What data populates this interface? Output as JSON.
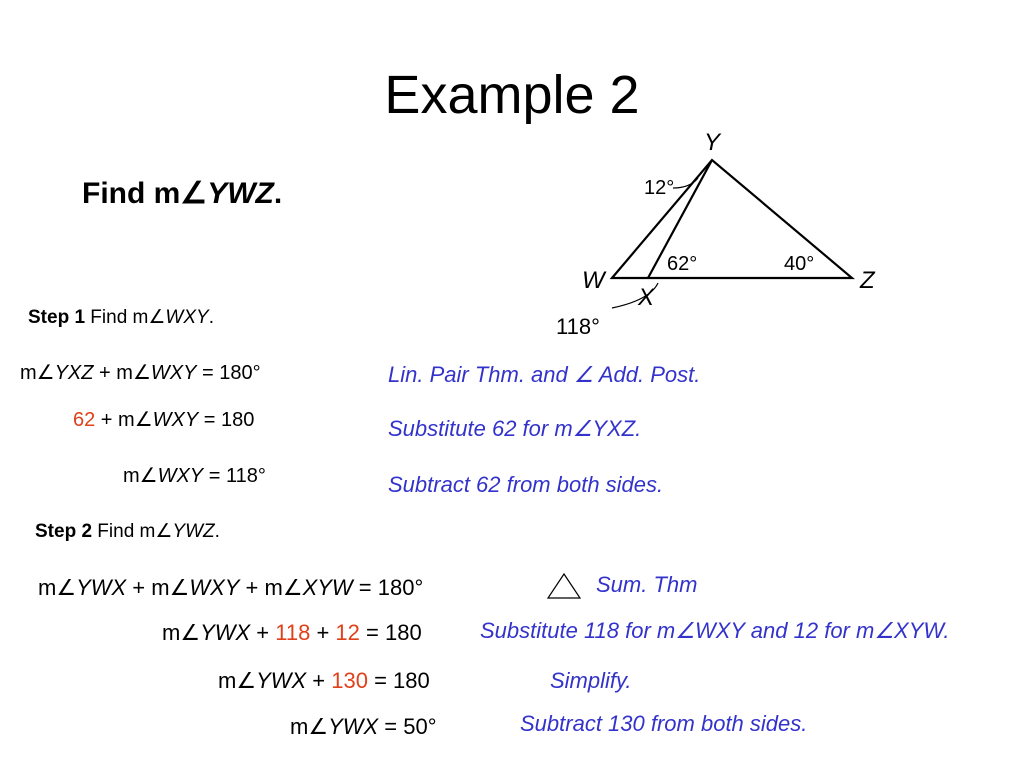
{
  "title": "Example 2",
  "find": {
    "prefix": "Find m∠",
    "var": "YWZ",
    "suffix": "."
  },
  "step1": {
    "label": "Step 1",
    "text": " Find m∠",
    "var": "WXY",
    "end": "."
  },
  "step2": {
    "label": "Step 2",
    "text": " Find m∠",
    "var": "YWZ",
    "end": "."
  },
  "eq1": {
    "a": "m∠",
    "b": "YXZ",
    "c": " + m∠",
    "d": "WXY",
    "e": " = 180°",
    "reason": "Lin. Pair Thm. and ∠ Add. Post."
  },
  "eq2": {
    "a": "62",
    "b": " + m∠",
    "c": "WXY",
    "d": " = 180",
    "reason": "Substitute 62 for m∠YXZ."
  },
  "eq3": {
    "a": "m∠",
    "b": "WXY",
    "c": " = 118°",
    "reason": "Subtract 62 from both sides."
  },
  "eq4": {
    "a": "m∠",
    "b": "YWX",
    "c": " + m∠",
    "d": "WXY",
    "e": " + m∠",
    "f": "XYW",
    "g": " = 180°",
    "reason": "Sum. Thm"
  },
  "eq5": {
    "a": "m∠",
    "b": "YWX",
    "c": " + ",
    "d": "118",
    "e": " + ",
    "f": "12",
    "g": " = 180",
    "reason": "Substitute 118 for m∠WXY and 12 for m∠XYW."
  },
  "eq6": {
    "a": "m∠",
    "b": "YWX",
    "c": " + ",
    "d": "130",
    "e": " = 180",
    "reason": "Simplify."
  },
  "eq7": {
    "a": "m∠",
    "b": "YWX",
    "c": " = 50°",
    "reason": "Subtract 130 from both sides."
  },
  "diagram": {
    "labels": {
      "y": "Y",
      "w": "W",
      "x": "X",
      "z": "Z"
    },
    "angles": {
      "a12": "12°",
      "a62": "62°",
      "a40": "40°",
      "a118": "118°"
    }
  },
  "colors": {
    "reason": "#3333cc",
    "highlight": "#e0401a"
  }
}
